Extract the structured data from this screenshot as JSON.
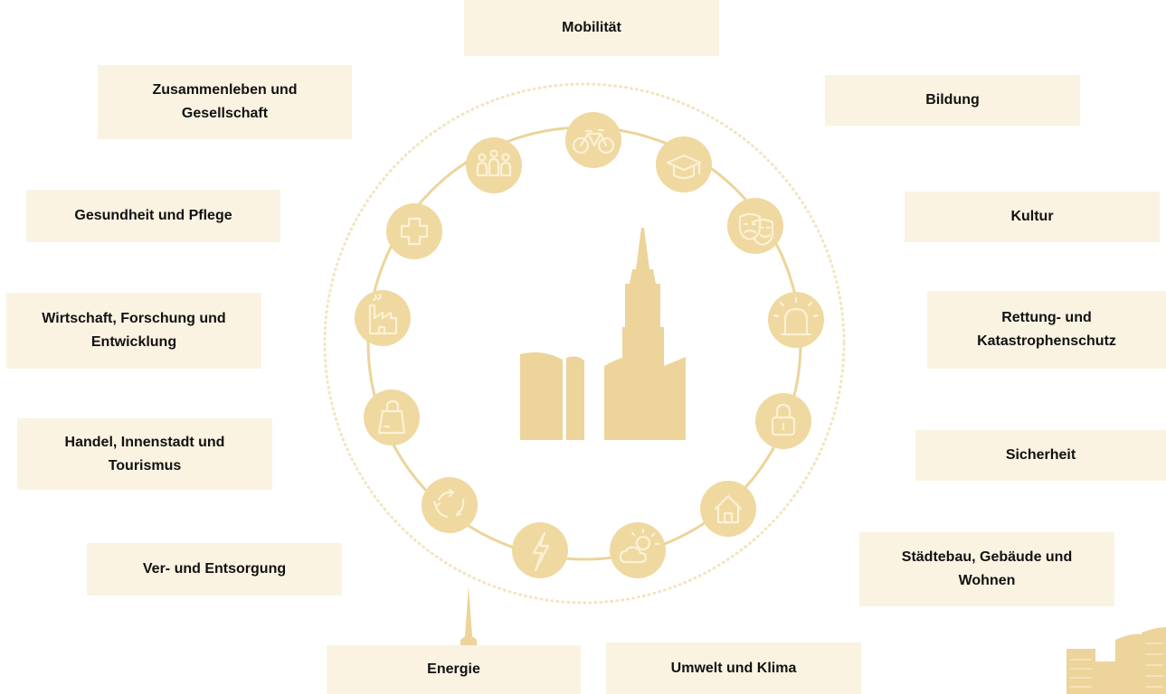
{
  "topics": {
    "mobilitaet": "Mobilität",
    "bildung": "Bildung",
    "kultur": "Kultur",
    "rettung": "Rettung- und\nKatastrophenschutz",
    "sicherheit": "Sicherheit",
    "staedtebau": "Städtebau, Gebäude und\nWohnen",
    "umwelt": "Umwelt und Klima",
    "energie": "Energie",
    "versorgung": "Ver- und Entsorgung",
    "handel": "Handel, Innenstadt und\nTourismus",
    "wirtschaft": "Wirtschaft, Forschung und\nEntwicklung",
    "gesundheit": "Gesundheit und Pflege",
    "zusammenleben": "Zusammenleben und\nGesellschaft"
  },
  "colors": {
    "accent": "#efd9a0",
    "ring": "#ecd49a",
    "box_background": "#faf3e2",
    "icon_stroke": "#fbf1d6",
    "silhouette": "#ecd49a"
  },
  "icons": [
    "bicycle-icon",
    "graduation-cap-icon",
    "theater-masks-icon",
    "siren-icon",
    "padlock-icon",
    "house-icon",
    "sun-cloud-icon",
    "lightning-icon",
    "recycle-icon",
    "shopping-bag-icon",
    "factory-icon",
    "medical-cross-icon",
    "people-icon"
  ]
}
